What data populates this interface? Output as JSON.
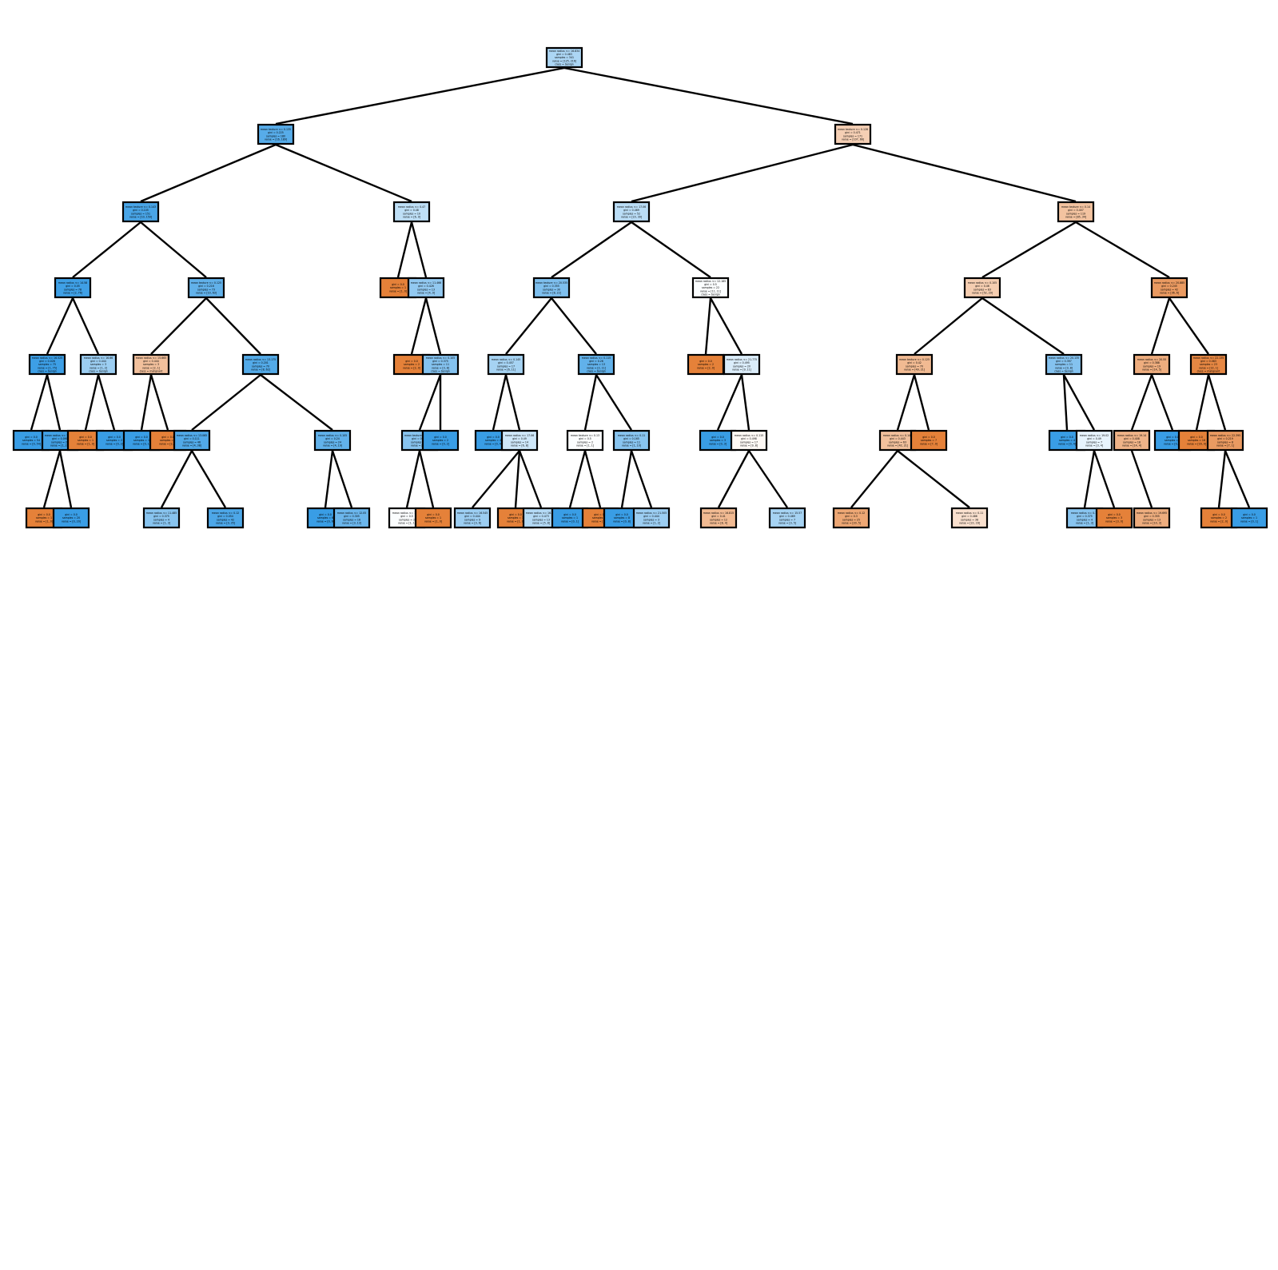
{
  "colors": {
    "class_0": "#e58139",
    "class_1": "#399de5",
    "edge": "#000000",
    "border": "#000000"
  },
  "nodes": [
    {
      "id": "root",
      "lines": [
        "mean radius <= 16.834",
        "gini = 0.463",
        "samples = 341",
        "value = [125, 216]",
        "class = benign"
      ],
      "class": 1,
      "purity": 0.42
    },
    {
      "id": "L",
      "parent": "root",
      "lines": [
        "mean texture <= 0.135",
        "gini = 0.225",
        "samples = 180",
        "value = [16, 189]"
      ],
      "class": 1,
      "purity": 0.85
    },
    {
      "id": "R",
      "parent": "root",
      "lines": [
        "mean texture <= 0.128",
        "gini = 0.471",
        "samples = 171",
        "value = [107, 66]"
      ],
      "class": 0,
      "purity": 0.38
    },
    {
      "id": "LL",
      "parent": "L",
      "lines": [
        "mean texture <= 0.143",
        "gini = 0.105",
        "samples = 151",
        "value = [10, 159]"
      ],
      "class": 1,
      "purity": 0.92
    },
    {
      "id": "LR",
      "parent": "L",
      "lines": [
        "mean radius <= 0.47",
        "gini = 0.48",
        "samples = 10",
        "value = [6, 9]"
      ],
      "class": 1,
      "purity": 0.33
    },
    {
      "id": "RL",
      "parent": "R",
      "lines": [
        "mean radius <= 17.06",
        "gini = 0.469",
        "samples = 52",
        "value = [23, 39]"
      ],
      "class": 1,
      "purity": 0.35
    },
    {
      "id": "RR",
      "parent": "R",
      "lines": [
        "mean texture <= 0.14",
        "gini = 0.407",
        "samples = 119",
        "value = [85, 34]"
      ],
      "class": 0,
      "purity": 0.48
    },
    {
      "id": "LLL",
      "parent": "LL",
      "lines": [
        "mean radius <= 14.58",
        "gini = 0.05",
        "samples = 78",
        "value = [2, 76]"
      ],
      "class": 1,
      "purity": 0.97
    },
    {
      "id": "LLR",
      "parent": "LL",
      "lines": [
        "mean texture <= 0.125",
        "gini = 0.216",
        "samples = 73",
        "value = [10, 63]"
      ],
      "class": 1,
      "purity": 0.8
    },
    {
      "id": "LRL",
      "parent": "LR",
      "lines": [
        "gini = 0.0",
        "samples = 1",
        "value = [1, 0]"
      ],
      "class": 0,
      "purity": 1.0
    },
    {
      "id": "LRR",
      "parent": "LR",
      "lines": [
        "mean radius <= 11.466",
        "gini = 0.426",
        "samples = 13",
        "value = [4, 9]"
      ],
      "class": 1,
      "purity": 0.55
    },
    {
      "id": "RLL",
      "parent": "RL",
      "lines": [
        "mean texture <= 20.535",
        "gini = 0.355",
        "samples = 30",
        "value = [8, 22]"
      ],
      "class": 1,
      "purity": 0.65
    },
    {
      "id": "RLR",
      "parent": "RL",
      "lines": [
        "mean radius <= 12.185",
        "gini = 0.5",
        "samples = 22",
        "value = [11, 11]",
        "class = benign"
      ],
      "class": 1,
      "purity": 0.02
    },
    {
      "id": "RRL",
      "parent": "RR",
      "lines": [
        "mean radius <= 0.105",
        "gini = 0.46",
        "samples = 83",
        "value = [52, 29]"
      ],
      "class": 0,
      "purity": 0.4
    },
    {
      "id": "RRR",
      "parent": "RR",
      "lines": [
        "mean radius <= 20.885",
        "gini = 0.245",
        "samples = 42",
        "value = [36, 6]"
      ],
      "class": 0,
      "purity": 0.8
    },
    {
      "id": "n1",
      "parent": "LLL",
      "lines": [
        "mean radius <= 16.525",
        "gini = 0.026",
        "samples = 75",
        "value = [1, 75]",
        "class = benign"
      ],
      "class": 1,
      "purity": 0.98
    },
    {
      "id": "n2",
      "parent": "LLL",
      "lines": [
        "mean radius <= 16.66",
        "gini = 0.444",
        "samples = 3",
        "value = [1, 2]",
        "class = benign"
      ],
      "class": 1,
      "purity": 0.5
    },
    {
      "id": "n3",
      "parent": "LLR",
      "lines": [
        "mean radius <= 15.665",
        "gini = 0.444",
        "samples = 3",
        "value = [2, 1]",
        "class = malignant"
      ],
      "class": 0,
      "purity": 0.5
    },
    {
      "id": "n4",
      "parent": "LLR",
      "lines": [
        "mean radius <= 13.175",
        "gini = 0.201",
        "samples = 70",
        "value = [8, 62]"
      ],
      "class": 1,
      "purity": 0.87
    },
    {
      "id": "n5",
      "parent": "LRR",
      "lines": [
        "gini = 0.0",
        "samples = 2",
        "value = [2, 0]"
      ],
      "class": 0,
      "purity": 1.0
    },
    {
      "id": "n6",
      "parent": "LRR",
      "lines": [
        "mean radius <= 0.105",
        "gini = 0.375",
        "samples = 11",
        "value = [3, 8]",
        "class = benign"
      ],
      "class": 1,
      "purity": 0.62
    },
    {
      "id": "n7",
      "parent": "RLL",
      "lines": [
        "mean radius <= 0.145",
        "gini = 0.457",
        "samples = 17",
        "value = [6, 11]"
      ],
      "class": 1,
      "purity": 0.45
    },
    {
      "id": "n8",
      "parent": "RLL",
      "lines": [
        "mean radius <= 0.115",
        "gini = 0.26",
        "samples = 13",
        "value = [2, 11]",
        "class = benign"
      ],
      "class": 1,
      "purity": 0.8
    },
    {
      "id": "n9",
      "parent": "RLR",
      "lines": [
        "gini = 0.0",
        "samples = 2",
        "value = [2, 0]"
      ],
      "class": 0,
      "purity": 1.0
    },
    {
      "id": "n10",
      "parent": "RLR",
      "lines": [
        "mean radius <= 21.775",
        "gini = 0.495",
        "samples = 20",
        "value = [9, 11]"
      ],
      "class": 1,
      "purity": 0.18
    },
    {
      "id": "n11",
      "parent": "RRL",
      "lines": [
        "mean texture <= 0.125",
        "gini = 0.42",
        "samples = 70",
        "value = [49, 21]"
      ],
      "class": 0,
      "purity": 0.55
    },
    {
      "id": "n12",
      "parent": "RRL",
      "lines": [
        "mean radius <= 20.135",
        "gini = 0.397",
        "samples = 11",
        "value = [3, 8]",
        "class = benign"
      ],
      "class": 1,
      "purity": 0.62
    },
    {
      "id": "n13",
      "parent": "RRR",
      "lines": [
        "mean radius <= 20.55",
        "gini = 0.388",
        "samples = 19",
        "value = [14, 5]"
      ],
      "class": 0,
      "purity": 0.65
    },
    {
      "id": "n14",
      "parent": "RRR",
      "lines": [
        "mean radius <= 22.135",
        "gini = 0.083",
        "samples = 23",
        "value = [22, 1]",
        "class = malignant"
      ],
      "class": 0,
      "purity": 0.95
    },
    {
      "id": "n15",
      "parent": "n1",
      "lines": [
        "gini = 0.0",
        "samples = 54",
        "value = [0, 54]"
      ],
      "class": 1,
      "purity": 1.0
    },
    {
      "id": "n16",
      "parent": "n1",
      "lines": [
        "mean radius <= 12.925",
        "gini = 0.091",
        "samples = 21",
        "value = [1, 20]"
      ],
      "class": 1,
      "purity": 0.95
    },
    {
      "id": "n17",
      "parent": "n2",
      "lines": [
        "gini = 0.0",
        "samples = 1",
        "value = [1, 0]"
      ],
      "class": 0,
      "purity": 1.0
    },
    {
      "id": "n18",
      "parent": "n2",
      "lines": [
        "gini = 0.0",
        "samples = 2",
        "value = [0, 2]"
      ],
      "class": 1,
      "purity": 1.0
    },
    {
      "id": "n19",
      "parent": "n3",
      "lines": [
        "gini = 0.0",
        "samples = 1",
        "value = [0, 1]"
      ],
      "class": 1,
      "purity": 1.0
    },
    {
      "id": "n20",
      "parent": "n3",
      "lines": [
        "gini = 0.0",
        "samples = 2",
        "value = [2, 0]"
      ],
      "class": 0,
      "purity": 1.0
    },
    {
      "id": "n21",
      "parent": "n4",
      "lines": [
        "mean radius <= 13.065",
        "gini = 0.111",
        "samples = 46",
        "value = [4, 38]"
      ],
      "class": 1,
      "purity": 0.88
    },
    {
      "id": "n22",
      "parent": "n4",
      "lines": [
        "mean radius <= 0.105",
        "gini = 0.24",
        "samples = 24",
        "value = [4, 19]"
      ],
      "class": 1,
      "purity": 0.8
    },
    {
      "id": "n23",
      "parent": "n6",
      "lines": [
        "mean texture <= 0.105",
        "gini = 0.224",
        "samples = 12",
        "value = [6, 7]"
      ],
      "class": 1,
      "purity": 0.6
    },
    {
      "id": "n24",
      "parent": "n6",
      "lines": [
        "gini = 0.0",
        "samples = 2",
        "value = [0, 2]"
      ],
      "class": 1,
      "purity": 1.0
    },
    {
      "id": "n25",
      "parent": "n7",
      "lines": [
        "gini = 0.0",
        "samples = 4",
        "value = [0, 4]"
      ],
      "class": 1,
      "purity": 1.0
    },
    {
      "id": "n26",
      "parent": "n7",
      "lines": [
        "mean radius <= 17.06",
        "gini = 0.49",
        "samples = 14",
        "value = [6, 8]"
      ],
      "class": 1,
      "purity": 0.25
    },
    {
      "id": "n27",
      "parent": "n8",
      "lines": [
        "mean texture <= 0.13",
        "gini = 0.5",
        "samples = 2",
        "value = [1, 1]"
      ],
      "class": 1,
      "purity": 0.02
    },
    {
      "id": "n28",
      "parent": "n8",
      "lines": [
        "mean radius <= 0.11",
        "gini = 0.165",
        "samples = 11",
        "value = [1, 10]"
      ],
      "class": 1,
      "purity": 0.6
    },
    {
      "id": "n29",
      "parent": "n10",
      "lines": [
        "gini = 0.0",
        "samples = 3",
        "value = [0, 3]"
      ],
      "class": 1,
      "purity": 1.0
    },
    {
      "id": "n30",
      "parent": "n10",
      "lines": [
        "mean radius <= 0.115",
        "gini = 0.498",
        "samples = 17",
        "value = [9, 8]"
      ],
      "class": 0,
      "purity": 0.05
    },
    {
      "id": "n31",
      "parent": "n11",
      "lines": [
        "mean radius <= 0.145",
        "gini = 0.443",
        "samples = 63",
        "value = [42, 21]"
      ],
      "class": 0,
      "purity": 0.5
    },
    {
      "id": "n32",
      "parent": "n11",
      "lines": [
        "gini = 0.0",
        "samples = 7",
        "value = [7, 0]"
      ],
      "class": 0,
      "purity": 1.0
    },
    {
      "id": "n33",
      "parent": "n12",
      "lines": [
        "gini = 0.0",
        "samples = 4",
        "value = [0, 4]"
      ],
      "class": 1,
      "purity": 1.0
    },
    {
      "id": "n34",
      "parent": "n12",
      "lines": [
        "mean radius <= 19.02",
        "gini = 0.49",
        "samples = 7",
        "value = [3, 4]"
      ],
      "class": 1,
      "purity": 0.12
    },
    {
      "id": "n35",
      "parent": "n13",
      "lines": [
        "mean radius <= 19.14",
        "gini = 0.408",
        "samples = 18",
        "value = [14, 4]"
      ],
      "class": 0,
      "purity": 0.6
    },
    {
      "id": "n36",
      "parent": "n13",
      "lines": [
        "gini = 0.0",
        "samples = 1",
        "value = [0, 1]"
      ],
      "class": 1,
      "purity": 1.0
    },
    {
      "id": "n37",
      "parent": "n14",
      "lines": [
        "gini = 0.0",
        "samples = 16",
        "value = [16, 0]"
      ],
      "class": 0,
      "purity": 1.0
    },
    {
      "id": "n38",
      "parent": "n14",
      "lines": [
        "mean radius <= 22.395",
        "gini = 0.219",
        "samples = 8",
        "value = [7, 1]"
      ],
      "class": 0,
      "purity": 0.8
    },
    {
      "id": "n39",
      "parent": "n16",
      "lines": [
        "gini = 0.0",
        "samples = 1",
        "value = [1, 0]"
      ],
      "class": 0,
      "purity": 1.0
    },
    {
      "id": "n40",
      "parent": "n16",
      "lines": [
        "gini = 0.0",
        "samples = 20",
        "value = [0, 20]"
      ],
      "class": 1,
      "purity": 1.0
    },
    {
      "id": "n41",
      "parent": "n21",
      "lines": [
        "mean radius <= 11.485",
        "gini = 0.375",
        "samples = 4",
        "value = [1, 3]"
      ],
      "class": 1,
      "purity": 0.6
    },
    {
      "id": "n42",
      "parent": "n21",
      "lines": [
        "mean radius <= 0.12",
        "gini = 0.054",
        "samples = 42",
        "value = [3, 35]"
      ],
      "class": 1,
      "purity": 0.9
    },
    {
      "id": "n43",
      "parent": "n22",
      "lines": [
        "gini = 0.0",
        "samples = 6",
        "value = [0, 6]"
      ],
      "class": 1,
      "purity": 1.0
    },
    {
      "id": "n44",
      "parent": "n22",
      "lines": [
        "mean radius <= 12.05",
        "gini = 0.305",
        "samples = 16",
        "value = [3, 13]"
      ],
      "class": 1,
      "purity": 0.75
    },
    {
      "id": "n45",
      "parent": "n23",
      "lines": [
        "mean radius <= 11.78",
        "gini = 0.5",
        "samples = 2",
        "value = [1, 1]"
      ],
      "class": 1,
      "purity": 0.02
    },
    {
      "id": "n46",
      "parent": "n23",
      "lines": [
        "gini = 0.0",
        "samples = 1",
        "value = [1, 0]"
      ],
      "class": 0,
      "purity": 1.0
    },
    {
      "id": "n47",
      "parent": "n26",
      "lines": [
        "mean radius <= 16.545",
        "gini = 0.444",
        "samples = 9",
        "value = [3, 6]"
      ],
      "class": 1,
      "purity": 0.5
    },
    {
      "id": "n48",
      "parent": "n26",
      "lines": [
        "gini = 0.0",
        "samples = 1",
        "value = [1, 0]"
      ],
      "class": 0,
      "purity": 1.0
    },
    {
      "id": "n49",
      "parent": "n26",
      "lines": [
        "mean radius <= 16.835",
        "gini = 0.473",
        "samples = 13",
        "value = [5, 8]"
      ],
      "class": 1,
      "purity": 0.38
    },
    {
      "id": "n50",
      "parent": "n27",
      "lines": [
        "gini = 0.0",
        "samples = 1",
        "value = [0, 1]"
      ],
      "class": 1,
      "purity": 1.0
    },
    {
      "id": "n51",
      "parent": "n27",
      "lines": [
        "gini = 0.0",
        "samples = 1",
        "value = [1, 0]"
      ],
      "class": 0,
      "purity": 1.0
    },
    {
      "id": "n52",
      "parent": "n28",
      "lines": [
        "gini = 0.0",
        "samples = 8",
        "value = [0, 8]"
      ],
      "class": 1,
      "purity": 1.0
    },
    {
      "id": "n53",
      "parent": "n28",
      "lines": [
        "mean radius <= 21.505",
        "gini = 0.444",
        "samples = 3",
        "value = [1, 2]"
      ],
      "class": 1,
      "purity": 0.5
    },
    {
      "id": "n54",
      "parent": "n30",
      "lines": [
        "mean radius <= 16.815",
        "gini = 0.41",
        "samples = 12",
        "value = [8, 4]"
      ],
      "class": 0,
      "purity": 0.55
    },
    {
      "id": "n55",
      "parent": "n30",
      "lines": [
        "mean radius <= 15.57",
        "gini = 0.469",
        "samples = 7",
        "value = [3, 5]"
      ],
      "class": 1,
      "purity": 0.45
    },
    {
      "id": "n56",
      "parent": "n31",
      "lines": [
        "mean radius <= 0.12",
        "gini = 0.3",
        "samples = 25",
        "value = [20, 5]"
      ],
      "class": 0,
      "purity": 0.7
    },
    {
      "id": "n57",
      "parent": "n31",
      "lines": [
        "mean radius <= 0.11",
        "gini = 0.486",
        "samples = 38",
        "value = [22, 16]"
      ],
      "class": 0,
      "purity": 0.25
    },
    {
      "id": "n58",
      "parent": "n34",
      "lines": [
        "mean radius <= 0.12",
        "gini = 0.375",
        "samples = 4",
        "value = [1, 3]"
      ],
      "class": 1,
      "purity": 0.6
    },
    {
      "id": "n59",
      "parent": "n34",
      "lines": [
        "gini = 0.0",
        "samples = 3",
        "value = [3, 0]"
      ],
      "class": 0,
      "purity": 1.0
    },
    {
      "id": "n60",
      "parent": "n35",
      "lines": [
        "mean radius <= 19.695",
        "gini = 0.355",
        "samples = 13",
        "value = [10, 3]"
      ],
      "class": 0,
      "purity": 0.65
    }
  ],
  "extra_nodes": [
    {
      "id": "e1",
      "lines": [
        "gini = 0.0",
        "samples = 2",
        "value = [2, 0]"
      ],
      "class": 0,
      "purity": 1.0
    },
    {
      "id": "e2",
      "lines": [
        "gini = 0.0",
        "samples = 1",
        "value = [0, 1]"
      ],
      "class": 1,
      "purity": 1.0
    }
  ]
}
